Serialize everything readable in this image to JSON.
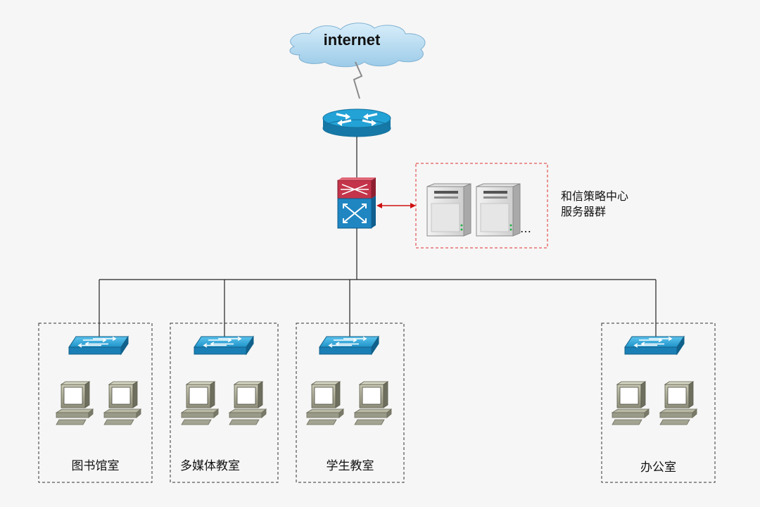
{
  "cloud": {
    "label": "internet"
  },
  "server_group": {
    "caption_line1": "和信策略中心",
    "caption_line2": "服务器群",
    "more": "…"
  },
  "rooms": [
    {
      "label": "图书馆室"
    },
    {
      "label": "多媒体教室"
    },
    {
      "label": "学生教室"
    },
    {
      "label": "办公室"
    }
  ],
  "colors": {
    "background": "#f6f6f6",
    "cloud": "#b5d9ef",
    "router": "#1a8fbe",
    "switch": "#35a6d8",
    "core_switch_top": "#c4344a",
    "core_switch_bottom": "#1f86c2",
    "link": "#222222",
    "server_link": "#d01010",
    "server_box_border": "#e03030",
    "room_border": "#333333"
  }
}
